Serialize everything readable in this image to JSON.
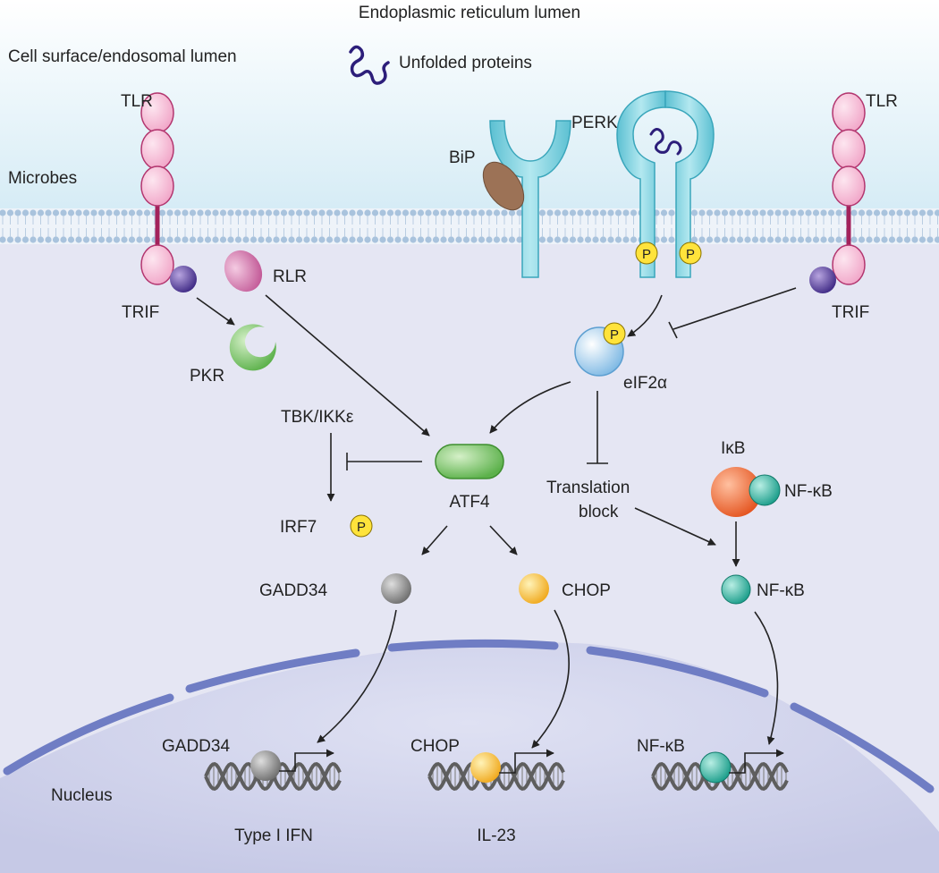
{
  "regions": {
    "er_lumen": "Endoplasmic reticulum lumen",
    "cell_surface": "Cell surface/endosomal lumen",
    "microbes": "Microbes",
    "nucleus": "Nucleus"
  },
  "legend": {
    "unfolded_proteins": "Unfolded proteins"
  },
  "receptors": {
    "tlr_left": "TLR",
    "tlr_right": "TLR",
    "perk": "PERK",
    "bip": "BiP",
    "trif_left": "TRIF",
    "trif_right": "TRIF",
    "rlr": "RLR"
  },
  "cytoplasm": {
    "pkr": "PKR",
    "eif2a": "eIF2α",
    "tbk": "TBK/IKKε",
    "irf7": "IRF7",
    "atf4": "ATF4",
    "translation_block_line1": "Translation",
    "translation_block_line2": "block",
    "ikb": "IκB",
    "nfkb_complex": "NF-κB",
    "nfkb_free": "NF-κB",
    "gadd34": "GADD34",
    "chop": "CHOP"
  },
  "nuclear": {
    "gadd34": "GADD34",
    "chop": "CHOP",
    "nfkb": "NF-κB",
    "gene_type1_ifn": "Type I IFN",
    "gene_il23": "IL-23"
  },
  "phospho_label": "P",
  "colors": {
    "lumen_top": "#d6ecf6",
    "cytoplasm": "#e6e7f4",
    "nucleus": "#cdd0ea",
    "nuclear_envelope": "#6f7dc4",
    "tlr": "#f4b8d4",
    "tlr_stroke": "#b3366f",
    "trif": "#5b3f99",
    "rlr": "#d77fb2",
    "pkr": "#8ed07a",
    "perk": "#7fd0de",
    "bip": "#9c7256",
    "eif2a": "#bfe0f5",
    "atf4": "#7fc96a",
    "gadd34": "#8c8c8c",
    "chop": "#f8c43a",
    "nfkb": "#2fb7a3",
    "ikb": "#ee6b3c",
    "phospho": "#ffe33b"
  }
}
